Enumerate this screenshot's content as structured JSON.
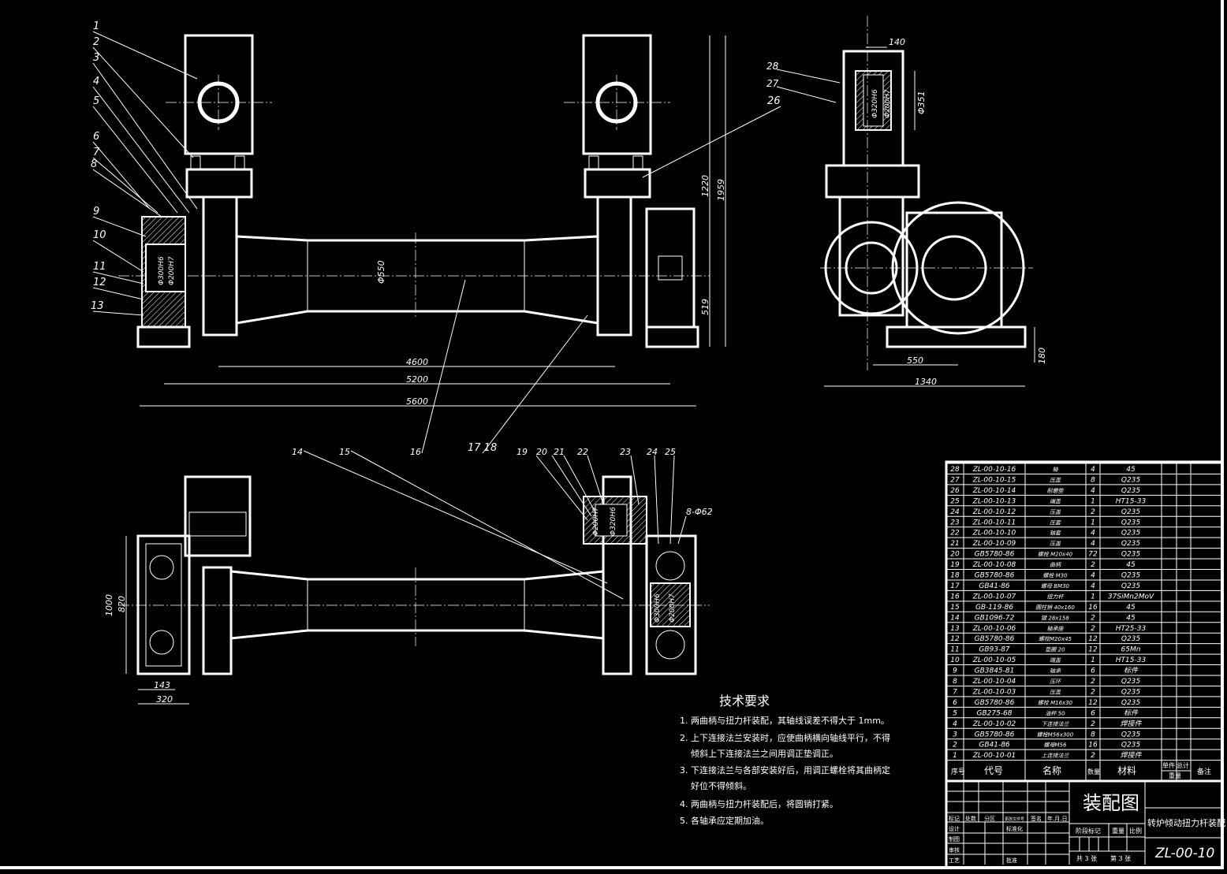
{
  "front_view": {
    "balloons": [
      "1",
      "2",
      "3",
      "4",
      "5",
      "6",
      "7",
      "8",
      "9",
      "10",
      "11",
      "12",
      "13",
      "26"
    ],
    "dims": {
      "d4600": "4600",
      "d5200": "5200",
      "d5600": "5600",
      "d1220": "1220",
      "d1959": "1959",
      "d519": "519",
      "phi550": "Φ550",
      "phi300": "Φ300H6",
      "phi200": "Φ200H7"
    },
    "leaders": [
      "16",
      "17  18"
    ]
  },
  "side_view": {
    "balloons": [
      "28",
      "27"
    ],
    "dims": {
      "d140": "140",
      "phi351": "Φ351",
      "phi320": "Φ320H6",
      "phi200": "Φ200H7",
      "d550": "550",
      "d1340": "1340",
      "d180": "180"
    }
  },
  "top_view": {
    "balloons": [
      "14",
      "15",
      "16",
      "19",
      "20",
      "21",
      "22",
      "23",
      "24",
      "25"
    ],
    "dims": {
      "d8phi62": "8-Φ62",
      "d1000": "1000",
      "d820": "820",
      "d143": "143",
      "d320": "320",
      "phi300": "Φ300H6",
      "phi200": "Φ200H7",
      "phi320": "Φ320H6",
      "phi200b": "Φ200H7"
    }
  },
  "tech_req": {
    "title": "技术要求",
    "items": [
      "1. 两曲柄与扭力杆装配，其轴线误差不得大于 1mm。",
      "2. 上下连接法兰安装时，应使曲柄横向轴线平行，不得",
      "    倾斜上下连接法兰之间用调正垫调正。",
      "3. 下连接法兰与各部安装好后，用调正螺栓将其曲柄定",
      "    好位不得倾斜。",
      "4. 两曲柄与扭力杆装配后，将圆销打紧。",
      "5. 各轴承应定期加油。"
    ]
  },
  "parts_table": {
    "rows": [
      [
        "28",
        "ZL-00-10-16",
        "轴",
        "4",
        "45"
      ],
      [
        "27",
        "ZL-00-10-15",
        "压盖",
        "8",
        "Q235"
      ],
      [
        "26",
        "ZL-00-10-14",
        "耐磨垫",
        "4",
        "Q235"
      ],
      [
        "25",
        "ZL-00-10-13",
        "端盖",
        "1",
        "HT15-33"
      ],
      [
        "24",
        "ZL-00-10-12",
        "压盖",
        "2",
        "Q235"
      ],
      [
        "23",
        "ZL-00-10-11",
        "压套",
        "1",
        "Q235"
      ],
      [
        "22",
        "ZL-00-10-10",
        "轴套",
        "4",
        "Q235"
      ],
      [
        "21",
        "ZL-00-10-09",
        "压盖",
        "4",
        "Q235"
      ],
      [
        "20",
        "GB5780-86",
        "螺栓 M20x40",
        "72",
        "Q235"
      ],
      [
        "19",
        "ZL-00-10-08",
        "曲柄",
        "2",
        "45"
      ],
      [
        "18",
        "GB5780-86",
        "螺栓 M30",
        "4",
        "Q235"
      ],
      [
        "17",
        "GB41-86",
        "螺母 BM30",
        "4",
        "Q235"
      ],
      [
        "16",
        "ZL-00-10-07",
        "扭力杆",
        "1",
        "37SiMn2MoV"
      ],
      [
        "15",
        "GB-119-86",
        "圆柱销 40x160",
        "16",
        "45"
      ],
      [
        "14",
        "GB1096-72",
        "键 28x158",
        "2",
        "45"
      ],
      [
        "13",
        "ZL-00-10-06",
        "轴承座",
        "2",
        "HT25-33"
      ],
      [
        "12",
        "GB5780-86",
        "螺栓M20x45",
        "12",
        "Q235"
      ],
      [
        "11",
        "GB93-87",
        "垫圈 20",
        "12",
        "65Mn"
      ],
      [
        "10",
        "ZL-00-10-05",
        "端盖",
        "1",
        "HT15-33"
      ],
      [
        "9",
        "GB3845-81",
        "轴承",
        "6",
        "标件"
      ],
      [
        "8",
        "ZL-00-10-04",
        "压环",
        "2",
        "Q235"
      ],
      [
        "7",
        "ZL-00-10-03",
        "压盖",
        "2",
        "Q235"
      ],
      [
        "6",
        "GB5780-86",
        "螺栓 M16x30",
        "12",
        "Q235"
      ],
      [
        "5",
        "GB275-68",
        "油杯 50",
        "6",
        "标件"
      ],
      [
        "4",
        "ZL-00-10-02",
        "下连接法兰",
        "2",
        "焊接件"
      ],
      [
        "3",
        "GB5780-86",
        "螺栓M56x300",
        "8",
        "Q235"
      ],
      [
        "2",
        "GB41-86",
        "螺母M56",
        "16",
        "Q235"
      ],
      [
        "1",
        "ZL-00-10-01",
        "上连接法兰",
        "2",
        "焊接件"
      ]
    ],
    "header": {
      "no": "序号",
      "code": "代号",
      "name": "名称",
      "qty": "数量",
      "material": "材料",
      "unit": "单件",
      "total": "总计",
      "weight": "重量",
      "remark": "备注"
    }
  },
  "title_block": {
    "drawing_type": "装配图",
    "title": "转炉倾动扭力杆装配",
    "drawing_no": "ZL-00-10",
    "labels": {
      "mark": "标记",
      "count": "处数",
      "zone": "分区",
      "doc": "更改文件号",
      "sign": "签名",
      "date": "年.月.日",
      "design": "设计",
      "draw": "制图",
      "review": "审核",
      "process": "工艺",
      "std": "标准化",
      "approve": "批准",
      "stage": "阶段标记",
      "weight": "重量",
      "scale": "比例",
      "sheets": "共 3 张",
      "sheet": "第 3 张"
    }
  }
}
